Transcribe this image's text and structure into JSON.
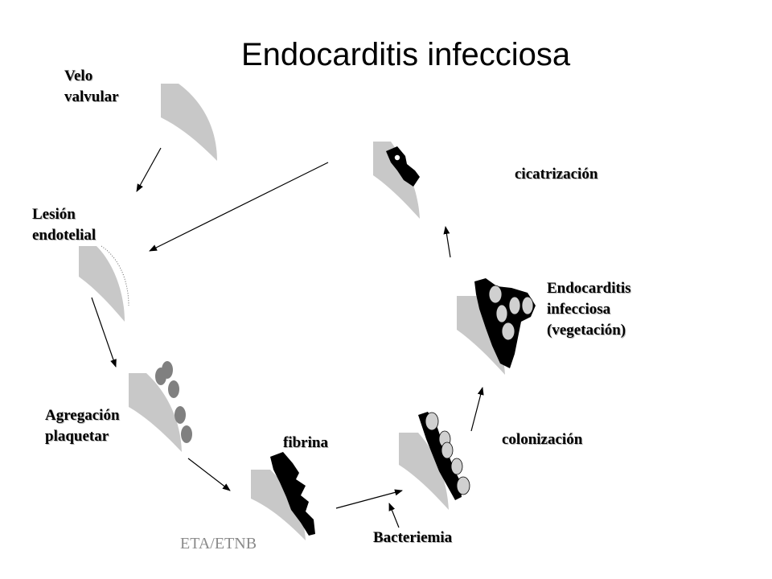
{
  "title": "Endocarditis infecciosa",
  "stages": {
    "velo": {
      "line1": "Velo",
      "line2": "valvular"
    },
    "lesion": {
      "line1": "Lesión",
      "line2": "endotelial"
    },
    "agregacion": {
      "line1": "Agregación",
      "line2": "plaquetar"
    },
    "fibrina": {
      "label": "fibrina"
    },
    "bacteriemia": {
      "label": "Bacteriemia"
    },
    "colonizacion": {
      "label": "colonización"
    },
    "vegetacion": {
      "line1": "Endocarditis",
      "line2": "infecciosa",
      "line3": "(vegetación)"
    },
    "cicatrizacion": {
      "label": "cicatrización"
    }
  },
  "credit": "ETA/ETNB",
  "colors": {
    "valve": "#c8c8c8",
    "platelet": "#808080",
    "fibrin": "#000000",
    "bacteria": "#d0d0d0"
  }
}
